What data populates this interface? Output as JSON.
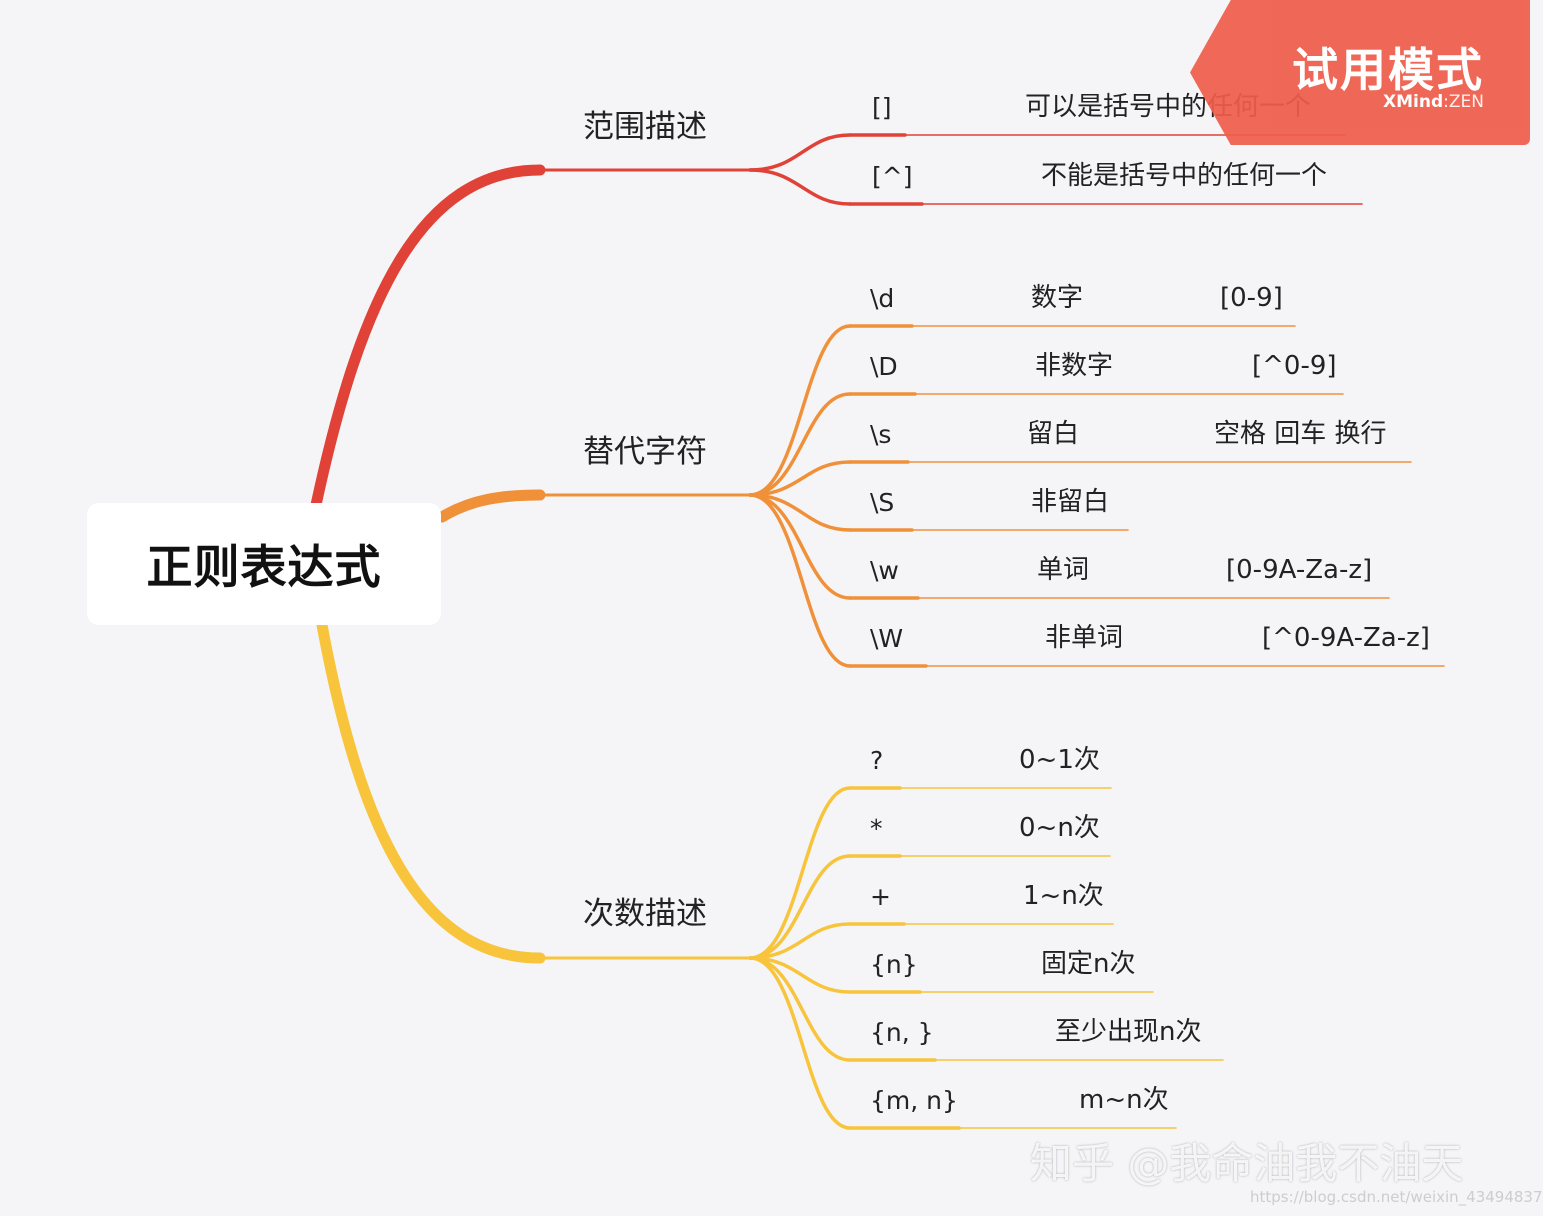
{
  "colors": {
    "background": "#f5f5f8",
    "branch_1": "#e04237",
    "branch_2": "#f0913a",
    "branch_3": "#f7c43c",
    "badge": "#ef5d4a"
  },
  "root": {
    "label": "正则表达式"
  },
  "branches": [
    {
      "label": "范围描述",
      "children": [
        {
          "key": "[]",
          "value": "可以是括号中的任何一个",
          "extra": ""
        },
        {
          "key": "[^]",
          "value": "不能是括号中的任何一个",
          "extra": ""
        }
      ]
    },
    {
      "label": "替代字符",
      "children": [
        {
          "key": "\\d",
          "value": "数字",
          "extra": "[0-9]"
        },
        {
          "key": "\\D",
          "value": "非数字",
          "extra": "[^0-9]"
        },
        {
          "key": "\\s",
          "value": "留白",
          "extra": "空格 回车 换行"
        },
        {
          "key": "\\S",
          "value": "非留白",
          "extra": ""
        },
        {
          "key": "\\w",
          "value": "单词",
          "extra": "[0-9A-Za-z]"
        },
        {
          "key": "\\W",
          "value": "非单词",
          "extra": "[^0-9A-Za-z]"
        }
      ]
    },
    {
      "label": "次数描述",
      "children": [
        {
          "key": "?",
          "value": "0~1次",
          "extra": ""
        },
        {
          "key": "*",
          "value": "0~n次",
          "extra": ""
        },
        {
          "key": "+",
          "value": "1~n次",
          "extra": ""
        },
        {
          "key": "{n}",
          "value": "固定n次",
          "extra": ""
        },
        {
          "key": "{n, }",
          "value": "至少出现n次",
          "extra": ""
        },
        {
          "key": "{m, n}",
          "value": "m~n次",
          "extra": ""
        }
      ]
    }
  ],
  "badge": {
    "title": "试用模式",
    "brand": "XMind",
    "sep": ":",
    "edition": "ZEN"
  },
  "watermark": {
    "text": "知乎 @我命油我不油天",
    "url": "https://blog.csdn.net/weixin_43494837"
  }
}
